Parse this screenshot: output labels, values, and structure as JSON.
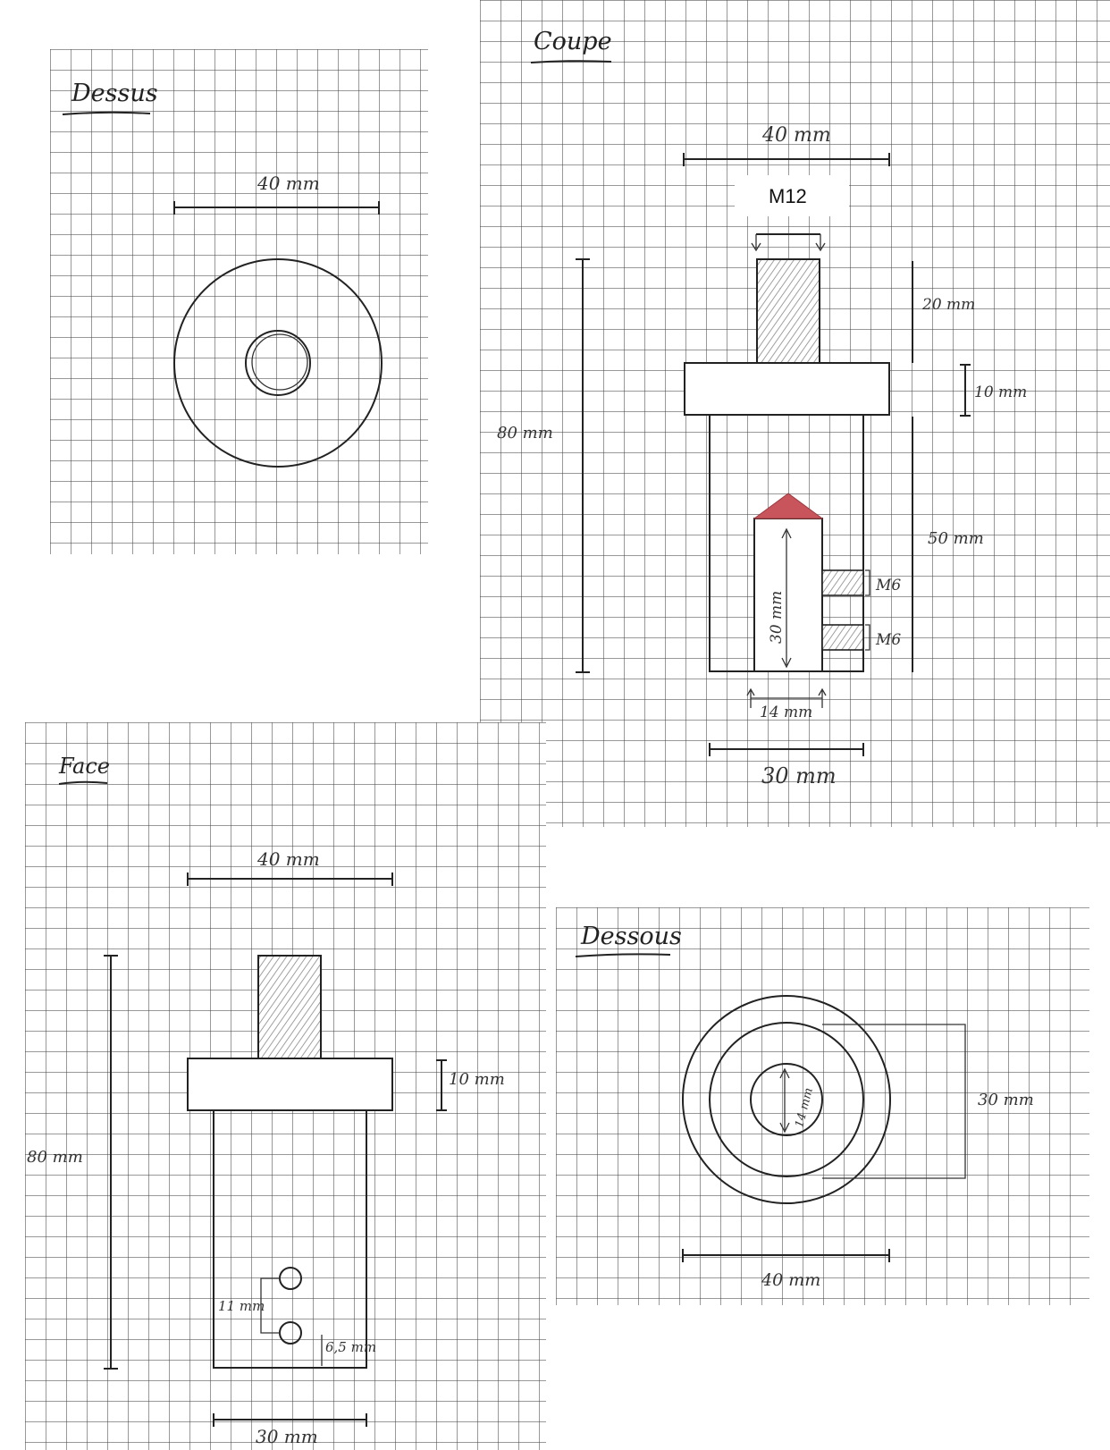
{
  "views": {
    "top_left": {
      "title": "Dessus",
      "dim_width": "40 mm"
    },
    "section": {
      "title": "Coupe",
      "dim_width_top": "40 mm",
      "thread_label": "M12",
      "dim_height_total": "80 mm",
      "dim_stud_height": "20 mm",
      "dim_flange_height": "10 mm",
      "dim_body_height": "50 mm",
      "dim_bore_depth": "30 mm",
      "screw_label_1": "M6",
      "screw_label_2": "M6",
      "dim_bore_width": "14 mm",
      "dim_body_width": "30 mm"
    },
    "front": {
      "title": "Face",
      "dim_width": "40 mm",
      "dim_flange_height": "10 mm",
      "dim_height_total": "80 mm",
      "dim_hole_spacing": "11 mm",
      "dim_hole_offset": "6,5 mm",
      "dim_body_width": "30 mm"
    },
    "bottom": {
      "title": "Dessous",
      "dim_inner_diameter": "14 mm",
      "dim_middle_diameter": "30 mm",
      "dim_outer_diameter": "40 mm"
    }
  },
  "colors": {
    "ink": "#222222",
    "cone_fill": "#c8555c",
    "grid": "#555555"
  }
}
